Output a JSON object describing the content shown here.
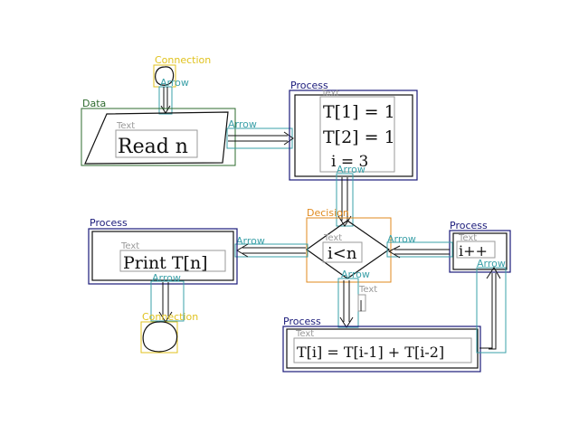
{
  "colors": {
    "process": "#1a1a7a",
    "data": "#2e6b2e",
    "decision": "#e08a1e",
    "connection": "#e0c21e",
    "arrow": "#3aa0a8",
    "text_box": "#9a9a9a",
    "ink": "#111111"
  },
  "diagram": {
    "shapes": {
      "connection_top": {
        "label": "Connection"
      },
      "data_read": {
        "label": "Data",
        "text_tag": "Text",
        "content": "Read n"
      },
      "process_init": {
        "label": "Process",
        "text_tag": "Text",
        "lines": [
          "T[1] = 1",
          "T[2] = 1",
          "i = 3"
        ]
      },
      "decision": {
        "label": "Decision",
        "text_tag": "Text",
        "content": "i<n"
      },
      "process_print": {
        "label": "Process",
        "text_tag": "Text",
        "content": "Print T[n]"
      },
      "process_incr": {
        "label": "Process",
        "text_tag": "Text",
        "content": "i++"
      },
      "process_calc": {
        "label": "Process",
        "text_tag": "Text",
        "content": "T[i] = T[i-1] + T[i-2]"
      },
      "connection_bottom": {
        "label": "Connection"
      },
      "yes_mark": {
        "label": "Text",
        "content": "|"
      }
    },
    "arrow_label": "Arrow"
  }
}
